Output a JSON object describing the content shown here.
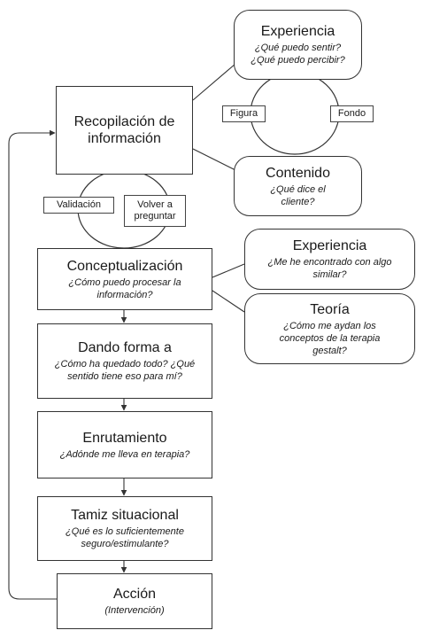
{
  "nodes": {
    "recopilacion": {
      "title": "Recopilación de información"
    },
    "experiencia_top": {
      "title": "Experiencia",
      "question": "¿Qué puedo sentir?¿Qué puedo percibir?"
    },
    "contenido": {
      "title": "Contenido",
      "question": "¿Qué dice el cliente?"
    },
    "conceptualizacion": {
      "title": "Conceptualización",
      "question": "¿Cómo puedo procesar la información?"
    },
    "experiencia_side": {
      "title": "Experiencia",
      "question": "¿Me he encontrado con algo similar?"
    },
    "teoria": {
      "title": "Teoría",
      "question": "¿Cómo me aydan los conceptos de la terapia gestalt?"
    },
    "dando_forma": {
      "title": "Dando forma a",
      "question": "¿Cómo ha quedado todo? ¿Qué sentido tiene eso para mí?"
    },
    "enrutamiento": {
      "title": "Enrutamiento",
      "question": "¿Adónde me lleva en terapia?"
    },
    "tamiz": {
      "title": "Tamiz situacional",
      "question": "¿Qué es lo suficientemente seguro/estimulante?"
    },
    "accion": {
      "title": "Acción",
      "question": "(Intervención)"
    }
  },
  "labels": {
    "figura": "Figura",
    "fondo": "Fondo",
    "validacion": "Validación",
    "volver": "Volver a preguntar"
  },
  "colors": {
    "stroke": "#333333",
    "background": "#ffffff"
  }
}
